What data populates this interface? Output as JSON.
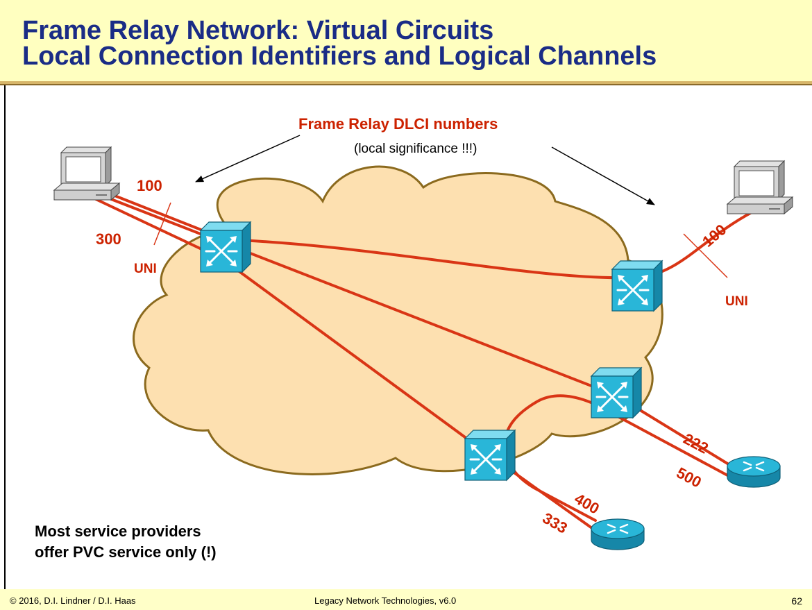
{
  "slide": {
    "title_line1": "Frame Relay Network: Virtual Circuits",
    "title_line2": "Local Connection Identifiers and Logical Channels"
  },
  "diagram": {
    "heading": "Frame Relay DLCI numbers",
    "subheading": "(local significance !!!)",
    "labels": {
      "dlci_100_left": "100",
      "dlci_300_left": "300",
      "uni_left": "UNI",
      "dlci_100_right": "100",
      "uni_right": "UNI",
      "dlci_222": "222",
      "dlci_500": "500",
      "dlci_400": "400",
      "dlci_333": "333"
    },
    "note_line1": "Most service providers",
    "note_line2": "offer PVC service only (!)",
    "colors": {
      "circuit": "#d93515",
      "label": "#cc2200",
      "cloud_fill": "#fde0b0",
      "cloud_stroke": "#8b6a1e",
      "device": "#29b6d8",
      "title": "#1a2c86"
    },
    "icons": {
      "pc": "desktop-computer-icon",
      "switch": "frame-relay-switch-icon",
      "router": "router-icon"
    }
  },
  "footer": {
    "copyright": "© 2016, D.I. Lindner / D.I. Haas",
    "course": "Legacy Network Technologies, v6.0",
    "page": "62"
  }
}
